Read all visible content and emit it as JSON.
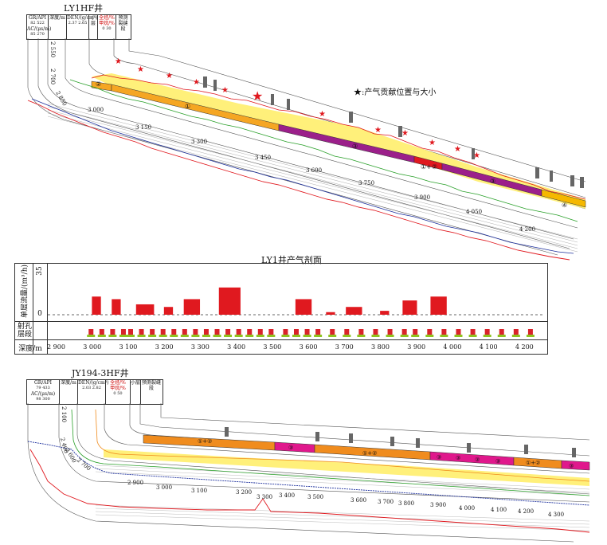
{
  "top_well": {
    "title": "LY1HF井",
    "headers": {
      "gr_line1": "GR/API",
      "gr_line2": "AC/(μs/m)",
      "gr_range_a": "82 522",
      "gr_range_b": "85 270",
      "depth": "深度/m",
      "den": "DEN/(g/cm³)",
      "den_range": "2.37 2.65",
      "layer": "小层",
      "gas": "全烃/%",
      "gas2": "甲烷/%",
      "gas_range": "0 30",
      "frac": "预测裂缝段"
    },
    "legend": "★:产气贡献位置与大小",
    "vertical_depths": [
      "2 550",
      "2 700",
      "2 850"
    ],
    "along_depths": [
      "3 000",
      "3 150",
      "3 300",
      "3 450",
      "3 600",
      "3 750",
      "3 900",
      "4 050",
      "4 200"
    ],
    "layer_labels": [
      "②",
      "①",
      "③",
      "①+②",
      "③",
      "④"
    ]
  },
  "profile": {
    "title": "LY1井产气剖面",
    "y_label": "单层流量/(m³/h)",
    "y_max": "35",
    "y_zero": "0",
    "perf_label": "射孔层段",
    "depth_label": "深度/m",
    "ticks": [
      "2 900",
      "3 000",
      "3 100",
      "3 200",
      "3 300",
      "3 400",
      "3 500",
      "3 600",
      "3 700",
      "3 800",
      "3 900",
      "4 000",
      "4 100",
      "4 200"
    ]
  },
  "chart_data": {
    "type": "bar",
    "title": "LY1井产气剖面",
    "xlabel": "深度/m",
    "ylabel": "单层流量/(m³/h)",
    "ylim": [
      0,
      35
    ],
    "xlim": [
      2880,
      4260
    ],
    "x": [
      3015,
      3070,
      3150,
      3215,
      3280,
      3385,
      3590,
      3665,
      3730,
      3815,
      3885,
      3965
    ],
    "widths": [
      25,
      25,
      50,
      25,
      45,
      60,
      45,
      25,
      45,
      25,
      40,
      45
    ],
    "values": [
      14,
      12,
      8,
      6,
      12,
      21,
      12,
      2,
      6,
      3,
      11,
      14
    ],
    "perforation_depths": [
      3000,
      3030,
      3060,
      3090,
      3110,
      3140,
      3170,
      3200,
      3230,
      3260,
      3290,
      3320,
      3350,
      3380,
      3410,
      3440,
      3470,
      3500,
      3540,
      3570,
      3600,
      3630,
      3670,
      3710,
      3750,
      3790,
      3830,
      3870,
      3900,
      3940,
      3980,
      4020,
      4060,
      4100,
      4140,
      4180,
      4220
    ],
    "series": [
      {
        "values": [
          14,
          12,
          8,
          6,
          12,
          21,
          12,
          2,
          6,
          3,
          11,
          14
        ]
      }
    ],
    "grid": false,
    "colors": {
      "bar": "#e0191f",
      "perf": "#d9232a",
      "perf_ok": "#8fc31f"
    }
  },
  "bottom_well": {
    "title": "JY194-3HF井",
    "headers": {
      "gr_line1": "GR/API",
      "gr_line2": "AC/(μs/m)",
      "gr_range_a": "79 433",
      "gr_range_b": "98 300",
      "depth": "深度/m",
      "den": "DEN/(g/cm³)",
      "den_range": "2.03 2.82",
      "gas": "全烃/%",
      "gas2": "甲烷/%",
      "gas_range": "0 50",
      "layer": "小层",
      "frac": "预测裂缝段"
    },
    "vertical_depths": [
      "2 100",
      "2 400",
      "2 600",
      "2 700"
    ],
    "along_depths": [
      "2 900",
      "3 000",
      "3 100",
      "3 200",
      "3 300",
      "3 400",
      "3 500",
      "3 600",
      "3 700",
      "3 800",
      "3 900",
      "4 000",
      "4 100",
      "4 200",
      "4 300"
    ],
    "layer_labels": [
      "①+②",
      "③",
      "①+②",
      "③",
      "③",
      "③",
      "③",
      "①+②",
      "③"
    ]
  },
  "colors": {
    "gr": "#e0191f",
    "ac": "#1c2f9c",
    "den": "#2aa02a",
    "gas_fill": "#fff07a",
    "layer12": "#f08c1e",
    "layer1": "#f5a623",
    "layer3": "#9b1f8a",
    "layer3b": "#e0188c",
    "layer4": "#f5b800"
  }
}
